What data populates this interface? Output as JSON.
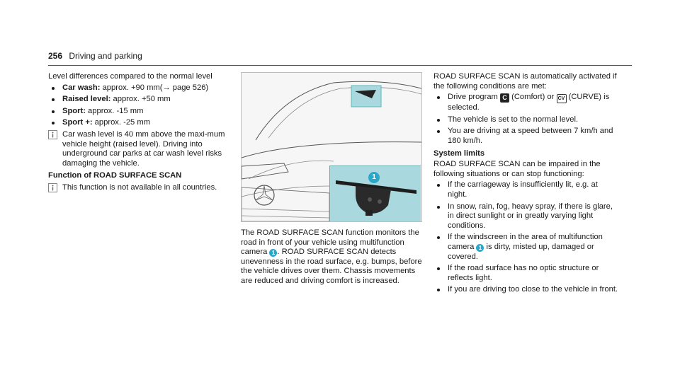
{
  "header": {
    "page_number": "256",
    "section": "Driving and parking"
  },
  "col1": {
    "intro": "Level differences compared to the normal level",
    "items": [
      {
        "label": "Car wash:",
        "text": " approx. +90 mm(",
        "arrow": "→",
        "link": " page 526)"
      },
      {
        "label": "Raised level:",
        "text": " approx. +50 mm"
      },
      {
        "label": "Sport:",
        "text": " approx. -15 mm"
      },
      {
        "label": "Sport +:",
        "text": " approx. -25 mm"
      }
    ],
    "note1": "Car wash level is 40 mm above the maxi-mum vehicle height (raised level). Driving into underground car parks at car wash level risks damaging the vehicle.",
    "heading": "Function of ROAD SURFACE SCAN",
    "note2": "This function is not available in all countries."
  },
  "figure": {
    "callout": "1"
  },
  "col2": {
    "p_before": "The ROAD SURFACE SCAN function monitors the road in front of your vehicle using multifunction camera ",
    "callout": "1",
    "p_after": ". ROAD SURFACE SCAN detects unevenness in the road surface, e.g. bumps, before the vehicle drives over them. Chassis movements are reduced and driving comfort is increased."
  },
  "col3": {
    "intro": "ROAD SURFACE SCAN is automatically activated if the following conditions are met:",
    "cond1_a": "Drive program ",
    "icon_c": "C",
    "cond1_b": " (Comfort) or ",
    "icon_cv": "CV",
    "cond1_c": " (CURVE) is selected.",
    "cond2": "The vehicle is set to the normal level.",
    "cond3": "You are driving at a speed between 7 km/h and 180 km/h.",
    "limits_heading": "System limits",
    "limits_intro": "ROAD SURFACE SCAN can be impaired in the following situations or can stop functioning:",
    "lim1": "If the carriageway is insufficiently lit, e.g. at night.",
    "lim2": "In snow, rain, fog, heavy spray, if there is glare, in direct sunlight or in greatly varying light conditions.",
    "lim3_a": "If the windscreen in the area of multifunction camera ",
    "lim3_callout": "1",
    "lim3_b": " is dirty, misted up, damaged or covered.",
    "lim4": "If the road surface has no optic structure or reflects light.",
    "lim5": "If you are driving too close to the vehicle in front."
  },
  "colors": {
    "callout": "#2aa8c9",
    "inset_bg": "#a9d9de"
  }
}
